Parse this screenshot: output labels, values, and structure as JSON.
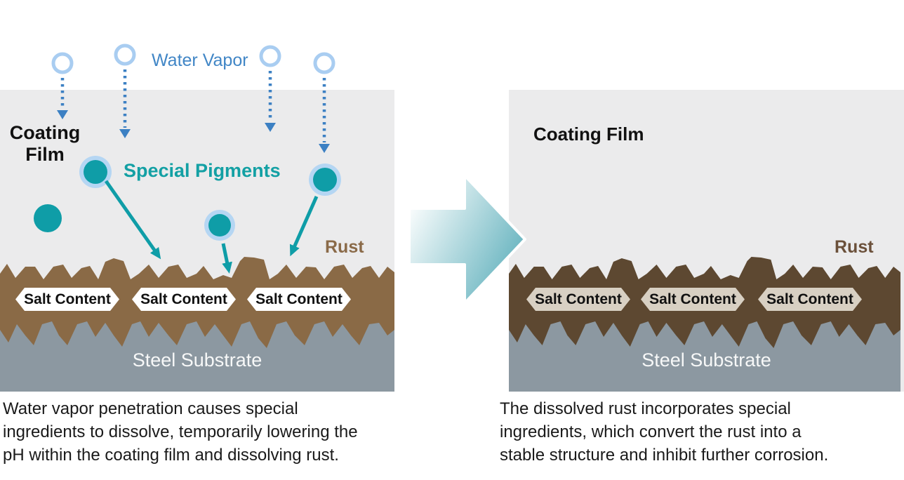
{
  "water_vapor_label": "Water Vapor",
  "left_panel": {
    "coating_film_label": "Coating Film",
    "special_pigments_label": "Special Pigments",
    "rust_label": "Rust",
    "steel_substrate_label": "Steel Substrate",
    "salt_labels": [
      "Salt Content",
      "Salt Content",
      "Salt Content"
    ],
    "caption_lines": [
      "Water vapor penetration causes special",
      "ingredients to dissolve, temporarily lowering the",
      "pH within the coating film and dissolving rust."
    ]
  },
  "right_panel": {
    "coating_film_label": "Coating Film",
    "rust_label": "Rust",
    "steel_substrate_label": "Steel Substrate",
    "salt_labels": [
      "Salt Content",
      "Salt Content",
      "Salt Content"
    ],
    "caption_lines": [
      "The dissolved rust incorporates special",
      "ingredients, which convert the rust into a",
      "stable structure and inhibit further corrosion."
    ]
  },
  "icons": {
    "water_vapor_bubble": "ring-circle",
    "water_vapor_arrow": "dotted-down-arrow",
    "pigment_particle": "filled-circle-with-halo",
    "pigment_arrow": "solid-diagonal-arrow",
    "transition_arrow": "right-gradient-arrow"
  },
  "colors": {
    "panel_bg": "#ebebec",
    "rust_left": "#8a6a46",
    "rust_right": "#5d4831",
    "steel": "#8c98a1",
    "salt_bg_left": "#ffffff",
    "salt_bg_right": "#d8d0c3",
    "salt_text": "#111111",
    "teal_pigment": "#0f9da7",
    "pigment_halo": "#b5d6f3",
    "water_ring": "#a9cdf1",
    "water_arrow": "#3c80c3",
    "water_text": "#4186c6",
    "special_pigments_text": "#13a0a4",
    "rust_text_left": "#8a6a48",
    "rust_text_right": "#6b503a",
    "steel_text": "#f7f8f8",
    "coating_film_text": "#111111",
    "caption_text": "#1a1a1a",
    "transition_arrow_start": "#fdfefe",
    "transition_arrow_end": "#5fb0bc"
  }
}
